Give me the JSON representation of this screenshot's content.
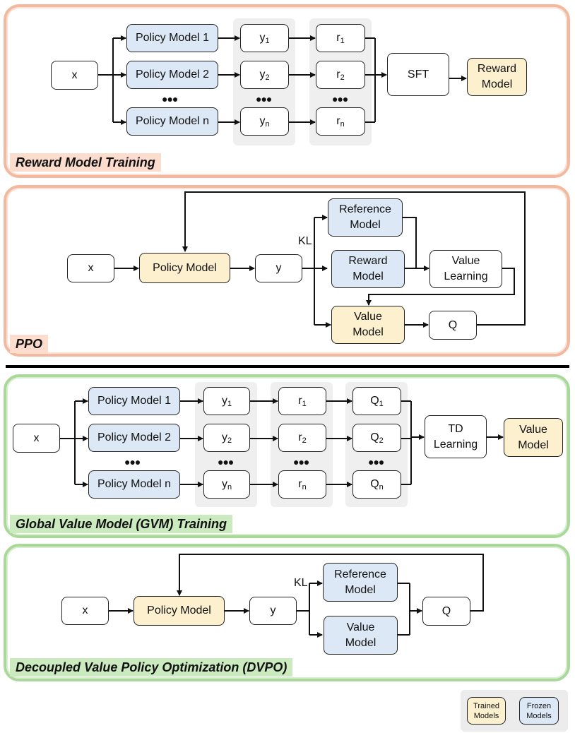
{
  "panel1": {
    "title": "Reward Model Training",
    "x": "x",
    "policies": [
      "Policy Model 1",
      "Policy Model 2",
      "Policy Model n"
    ],
    "ys": [
      "y1",
      "y2",
      "yn"
    ],
    "rs": [
      "r1",
      "r2",
      "rn"
    ],
    "dots": "●●●",
    "sft": "SFT",
    "reward_model": "Reward\nModel"
  },
  "panel2": {
    "title": "PPO",
    "x": "x",
    "policy": "Policy Model",
    "y": "y",
    "kl": "KL",
    "reference": "Reference\nModel",
    "reward": "Reward\nModel",
    "value_learning": "Value\nLearning",
    "value_model": "Value\nModel",
    "q": "Q"
  },
  "panel3": {
    "title": "Global Value Model (GVM) Training",
    "x": "x",
    "policies": [
      "Policy Model 1",
      "Policy Model 2",
      "Policy Model n"
    ],
    "ys": [
      "y1",
      "y2",
      "yn"
    ],
    "rs": [
      "r1",
      "r2",
      "rn"
    ],
    "qs": [
      "Q1",
      "Q2",
      "Qn"
    ],
    "dots": "●●●",
    "td": "TD\nLearning",
    "value_model": "Value\nModel"
  },
  "panel4": {
    "title": "Decoupled Value Policy Optimization (DVPO)",
    "x": "x",
    "policy": "Policy Model",
    "y": "y",
    "kl": "KL",
    "reference": "Reference\nModel",
    "value": "Value\nModel",
    "q": "Q"
  },
  "legend": {
    "trained": "Trained\nModels",
    "frozen": "Frozen\nModels"
  },
  "colors": {
    "frozen": "#dce8f5",
    "trained": "#fdf0cf",
    "panel_orange": "#f3b8a0",
    "panel_green": "#a9d89a"
  }
}
